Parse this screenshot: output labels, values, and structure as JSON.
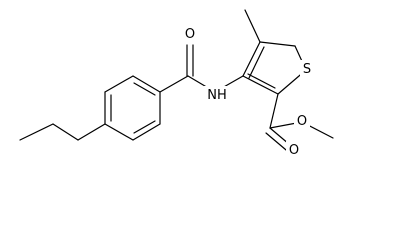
{
  "molecule": {
    "labels": {
      "oxygen_amide": "O",
      "nh": "NH",
      "sulfur": "S",
      "oxygen_carbonyl": "O",
      "oxygen_ester": "O"
    },
    "colors": {
      "bond": "#000000",
      "label": "#000000",
      "background": "#ffffff"
    }
  }
}
